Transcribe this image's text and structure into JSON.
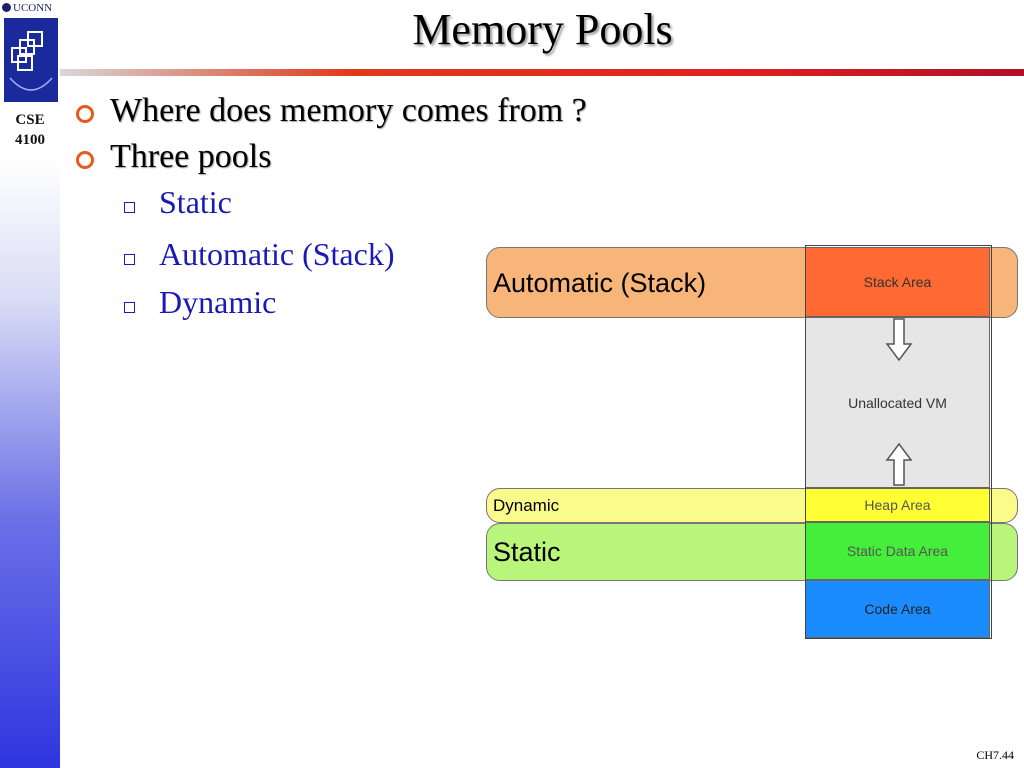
{
  "sidebar": {
    "brand": "UCONN",
    "course_line1": "CSE",
    "course_line2": "4100"
  },
  "slide": {
    "title": "Memory Pools",
    "bullets": [
      "Where does memory comes from ?",
      "Three pools"
    ],
    "subbullets": [
      "Static",
      "Automatic (Stack)",
      "Dynamic"
    ],
    "footer": "CH7.44"
  },
  "diagram": {
    "pools": {
      "automatic": "Automatic (Stack)",
      "dynamic": "Dynamic",
      "static": "Static"
    },
    "segments": {
      "stack": "Stack Area",
      "unallocated": "Unallocated VM",
      "heap": "Heap Area",
      "static_data": "Static Data Area",
      "code": "Code Area"
    }
  },
  "colors": {
    "title_bar": "#e02020",
    "bullet_dot": "#e85a1a",
    "subbullet_text": "#1a1ab4",
    "stack_area": "#ff6a33",
    "heap_area": "#ffff33",
    "static_area": "#44ee3a",
    "code_area": "#1a8cff"
  }
}
